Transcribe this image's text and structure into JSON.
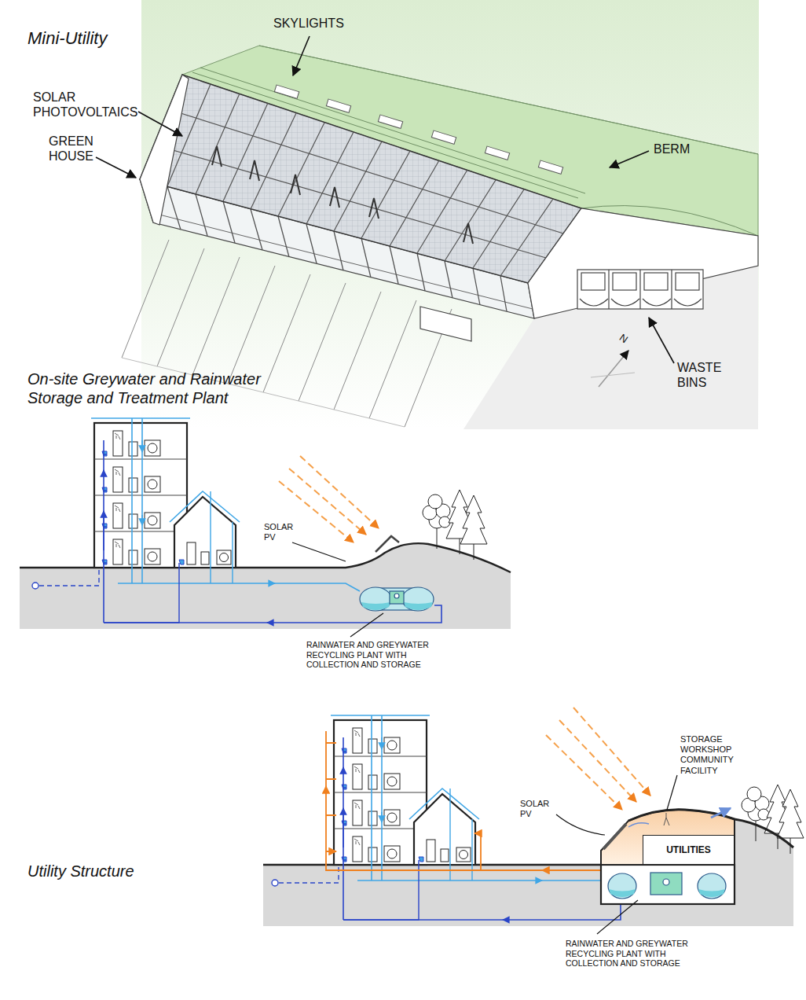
{
  "diagram": {
    "nodes": [
      {
        "text": [
          "UTILITIES"
        ]
      }
    ],
    "labels": [
      "Mini-Utility",
      "SKYLIGHTS",
      "SOLAR PHOTOVOLTAICS",
      "GREEN HOUSE",
      "BERM",
      "WASTE BINS",
      "N",
      "On-site Greywater and Rainwater Storage and Treatment Plant",
      "SOLAR PV",
      "RAINWATER AND GREYWATER RECYCLING PLANT WITH COLLECTION AND STORAGE",
      "Utility Structure",
      "SOLAR PV",
      "STORAGE WORKSHOP COMMUNITY FACILITY",
      "RAINWATER AND GREYWATER RECYCLING PLANT WITH COLLECTION AND STORAGE"
    ]
  }
}
